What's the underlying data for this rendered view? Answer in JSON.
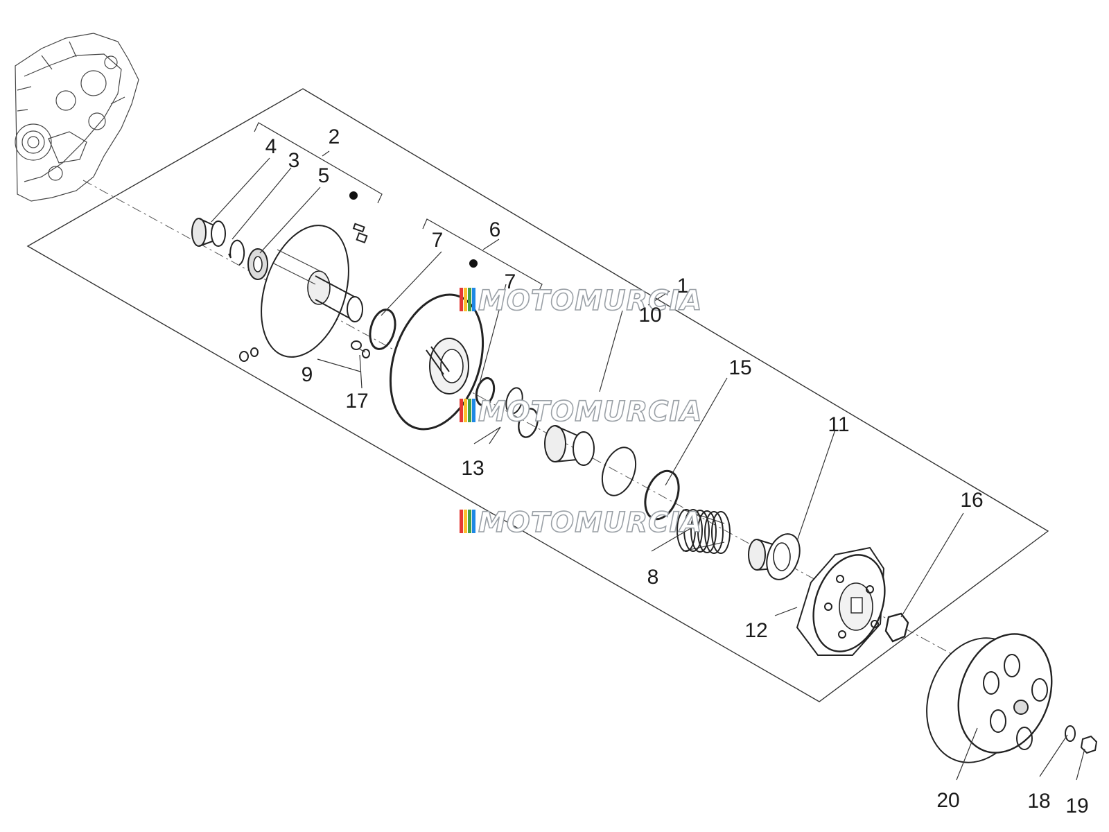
{
  "watermark": {
    "text": "MOTOMURCIA",
    "colors": [
      "#e53935",
      "#fbc02d",
      "#43a047",
      "#1e88e5"
    ]
  },
  "callouts": [
    {
      "id": "1",
      "text": "1"
    },
    {
      "id": "2",
      "text": "2"
    },
    {
      "id": "3",
      "text": "3"
    },
    {
      "id": "4",
      "text": "4"
    },
    {
      "id": "5",
      "text": "5"
    },
    {
      "id": "6",
      "text": "6"
    },
    {
      "id": "7a",
      "text": "7"
    },
    {
      "id": "7b",
      "text": "7"
    },
    {
      "id": "8",
      "text": "8"
    },
    {
      "id": "9",
      "text": "9"
    },
    {
      "id": "10",
      "text": "10"
    },
    {
      "id": "11",
      "text": "11"
    },
    {
      "id": "12",
      "text": "12"
    },
    {
      "id": "13",
      "text": "13"
    },
    {
      "id": "15",
      "text": "15"
    },
    {
      "id": "16",
      "text": "16"
    },
    {
      "id": "17",
      "text": "17"
    },
    {
      "id": "18",
      "text": "18"
    },
    {
      "id": "19",
      "text": "19"
    },
    {
      "id": "20",
      "text": "20"
    }
  ]
}
